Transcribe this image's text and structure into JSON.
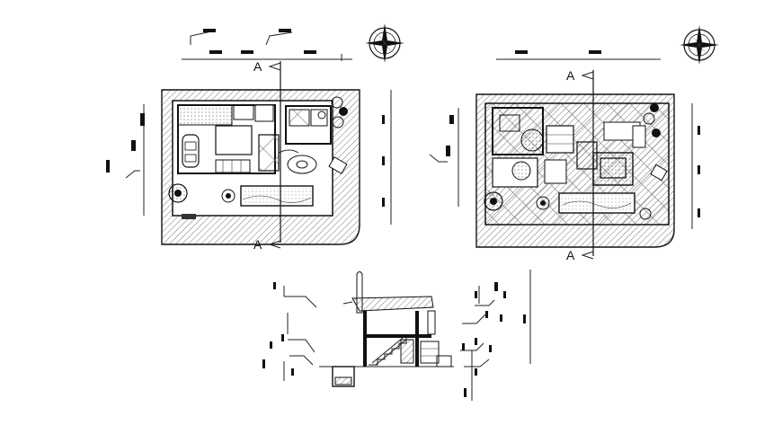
{
  "section_marks": {
    "plan_left_top": "A",
    "plan_left_bottom": "A",
    "plan_right_top": "A",
    "plan_right_bottom": "A"
  },
  "colors": {
    "ink": "#111111",
    "hatch": "#555555",
    "paper": "#ffffff"
  },
  "icons": [
    "compass-rose-icon",
    "tree-symbol-icon",
    "car-symbol-icon",
    "section-arrow-icon"
  ]
}
